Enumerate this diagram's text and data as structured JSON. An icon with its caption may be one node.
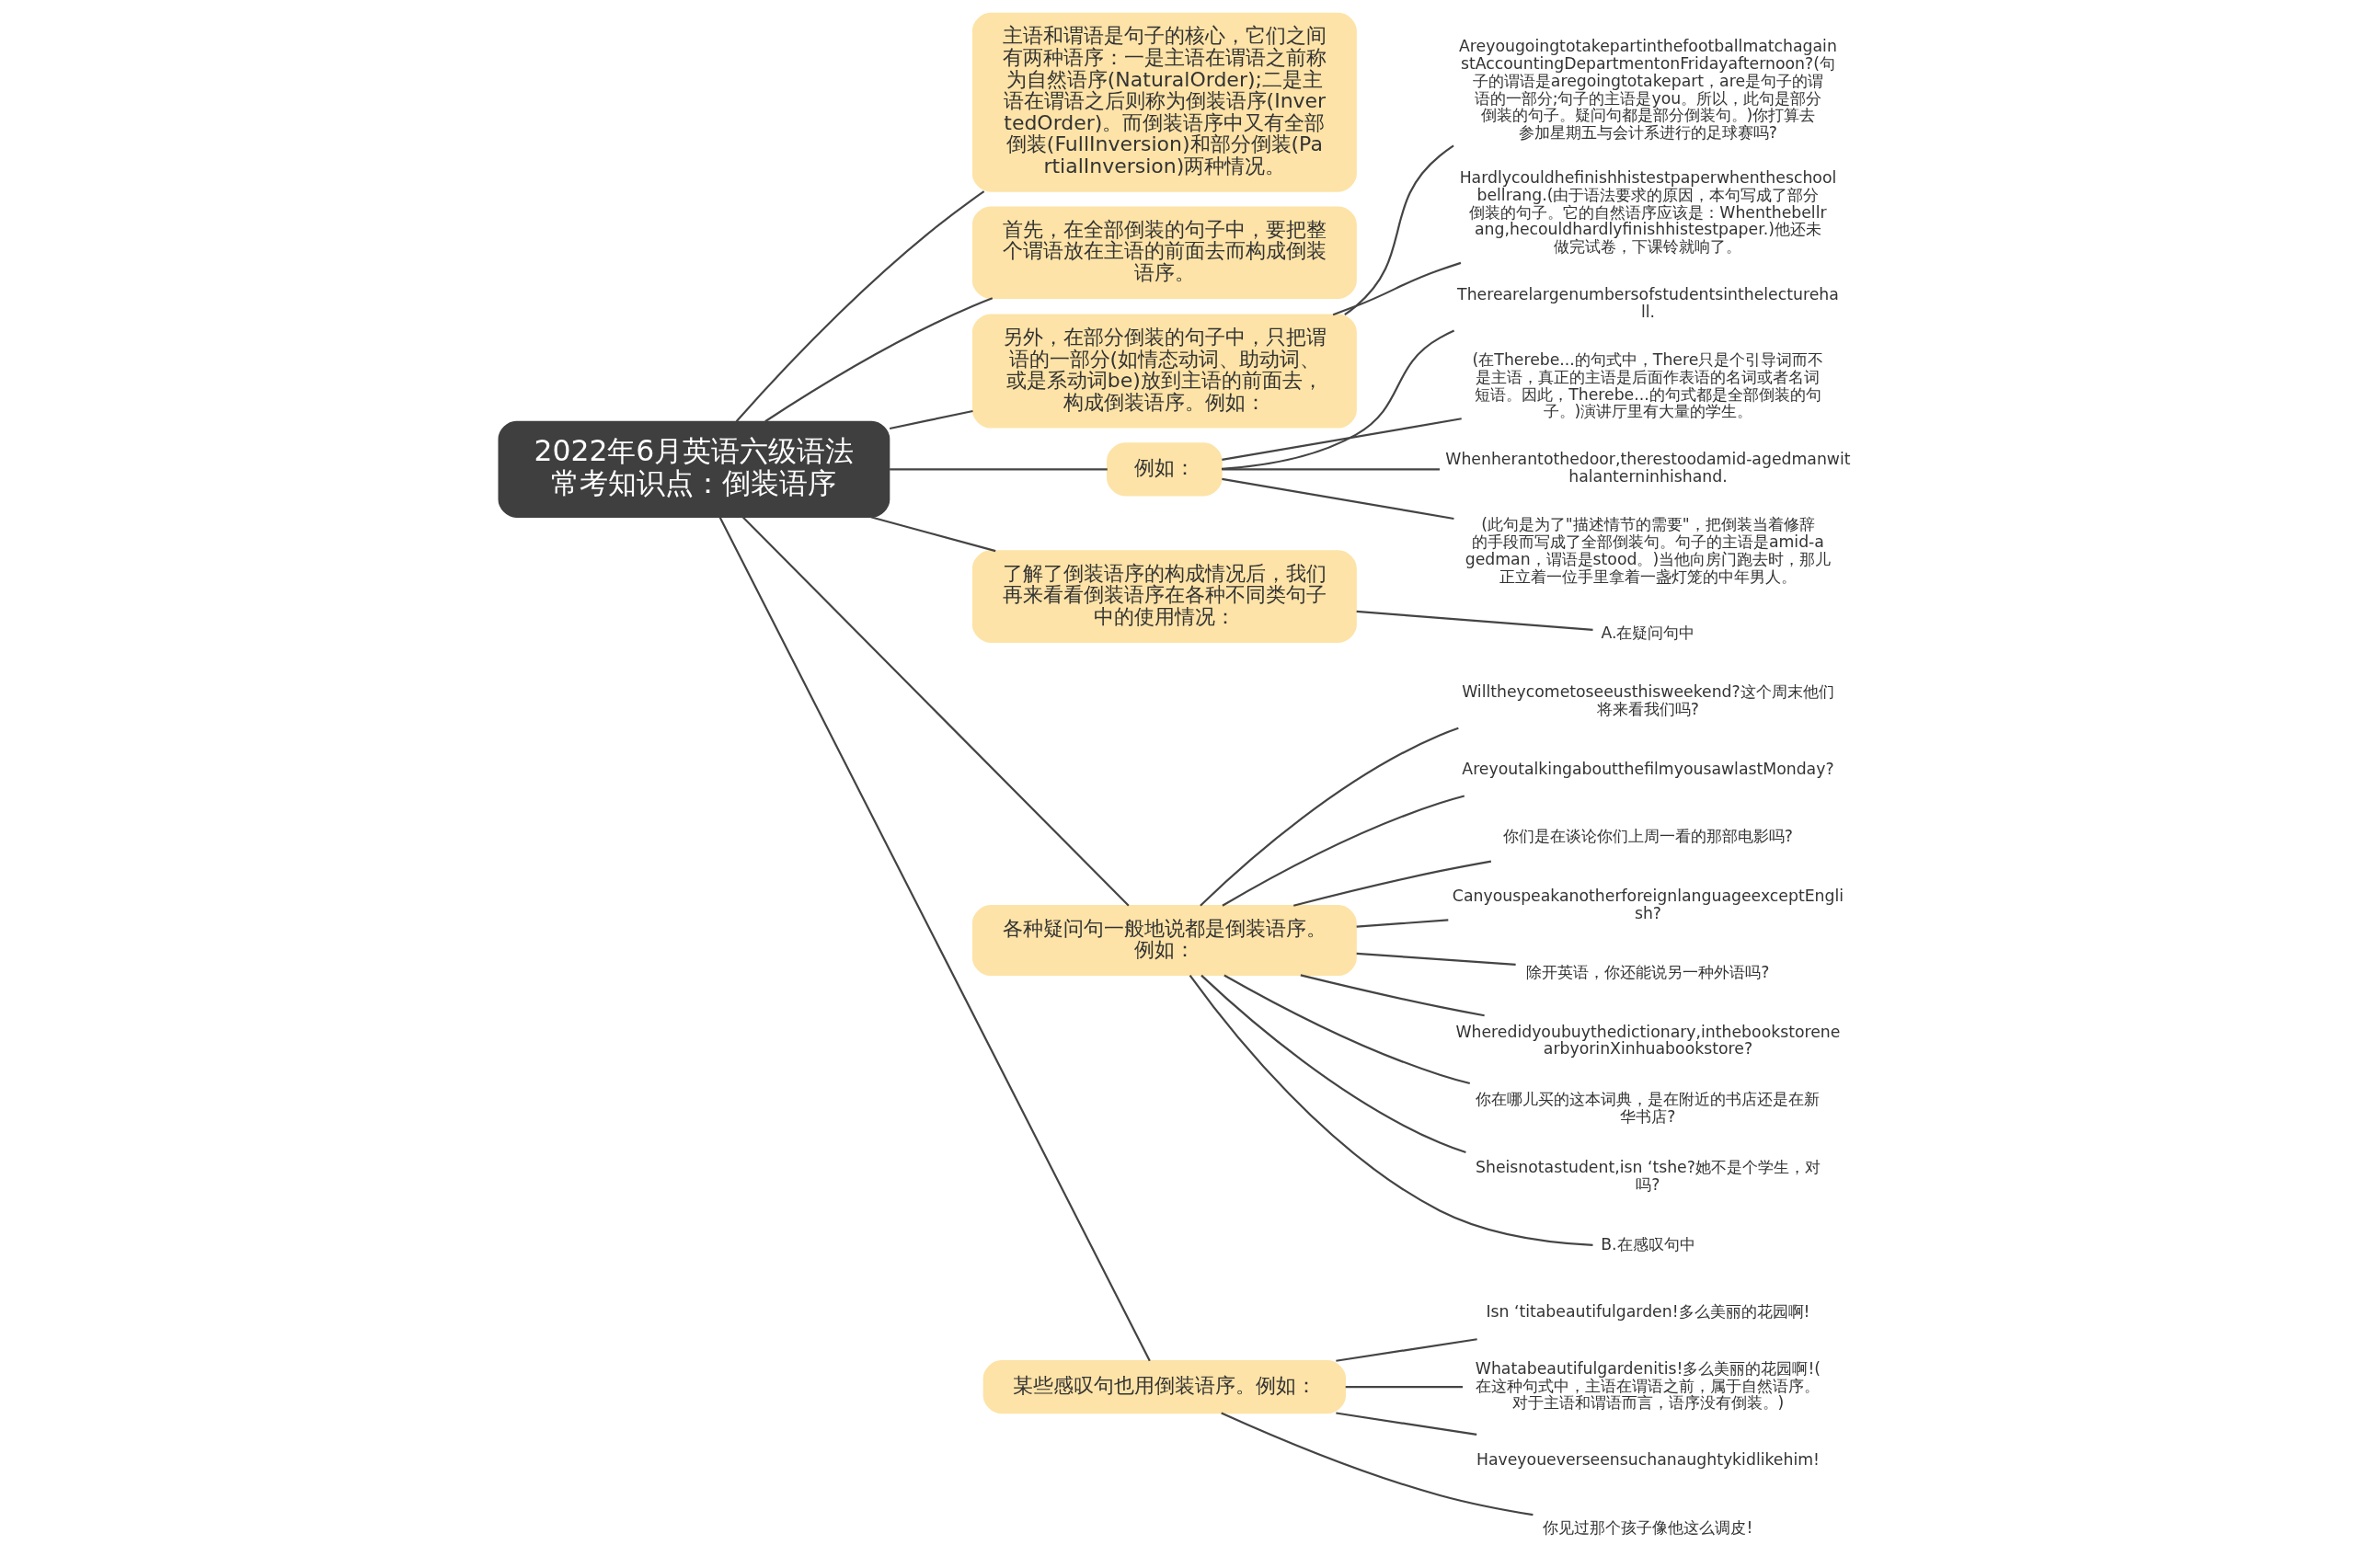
{
  "diagram": {
    "nodes": [
      {
        "text": [
          "2022年6月英语六级语法常考知识点：倒装语序"
        ]
      },
      {
        "text": [
          "主语和谓语是句子的核心，它们之间有两种语序：一是主语在谓语之前称为自然语序(NaturalOrder);二是主语在谓语之后则称为倒装语序(InvertedOrder)。而倒装语序中又有全部倒装(FullInversion)和部分倒装(PartialInversion)两种情况。"
        ]
      },
      {
        "text": [
          "首先，在全部倒装的句子中，要把整个谓语放在主语的前面去而构成倒装语序。"
        ]
      },
      {
        "text": [
          "另外，在部分倒装的句子中，只把谓语的一部分(如情态动词、助动词、或是系动词be)放到主语的前面去，构成倒装语序。例如："
        ]
      },
      {
        "text": [
          "AreyougoingtotakepartinthefootballmatchagainstAccountingDepartmentonFridayafternoon?(句子的谓语是aregoingtotakepart，are是句子的谓语的一部分;句子的主语是you。所以，此句是部分倒装的句子。疑问句都是部分倒装句。)你打算去参加星期五与会计系进行的足球赛吗?"
        ]
      },
      {
        "text": [
          "Hardlycouldhefinishhistestpaperwhentheschoolbellrang.(由于语法要求的原因，本句写成了部分倒装的句子。它的自然语序应该是：Whenthebellrang,hecouldhardlyfinishhistestpaper.)他还未做完试卷，下课铃就响了。"
        ]
      },
      {
        "text": [
          "例如："
        ]
      },
      {
        "text": [
          "Therearelargenumbersofstudentsinthelecturehall."
        ]
      },
      {
        "text": [
          "(在Therebe...的句式中，There只是个引导词而不是主语，真正的主语是后面作表语的名词或者名词短语。因此，Therebe...的句式都是全部倒装的句子。)演讲厅里有大量的学生。"
        ]
      },
      {
        "text": [
          "Whenherantothedoor,therestoodamid-agedmanwithalanterninhishand."
        ]
      },
      {
        "text": [
          "(此句是为了\"描述情节的需要\"，把倒装当着修辞的手段而写成了全部倒装句。句子的主语是amid-agedman，谓语是stood。)当他向房门跑去时，那儿正立着一位手里拿着一盏灯笼的中年男人。"
        ]
      },
      {
        "text": [
          "了解了倒装语序的构成情况后，我们再来看看倒装语序在各种不同类句子中的使用情况："
        ]
      },
      {
        "text": [
          "A.在疑问句中"
        ]
      },
      {
        "text": [
          "各种疑问句一般地说都是倒装语序。例如："
        ]
      },
      {
        "text": [
          "Willtheycometoseeusthisweekend?这个周末他们将来看我们吗?"
        ]
      },
      {
        "text": [
          "AreyoutalkingaboutthefilmyousawlastMonday?"
        ]
      },
      {
        "text": [
          "你们是在谈论你们上周一看的那部电影吗?"
        ]
      },
      {
        "text": [
          "CanyouspeakanotherforeignlanguageexceptEnglish?"
        ]
      },
      {
        "text": [
          "除开英语，你还能说另一种外语吗?"
        ]
      },
      {
        "text": [
          "Wheredidyoubuythedictionary,inthebookstorenearbyorinXinhuabookstore?"
        ]
      },
      {
        "text": [
          "你在哪儿买的这本词典，是在附近的书店还是在新华书店?"
        ]
      },
      {
        "text": [
          "Sheisnotastudent,isn ‘tshe?她不是个学生，对吗?"
        ]
      },
      {
        "text": [
          "B.在感叹句中"
        ]
      },
      {
        "text": [
          "某些感叹句也用倒装语序。例如："
        ]
      },
      {
        "text": [
          "Isn ‘titabeautifulgarden!多么美丽的花园啊!"
        ]
      },
      {
        "text": [
          "Whatabeautifulgardenitis!多么美丽的花园啊!(在这种句式中，主语在谓语之前，属于自然语序。对于主语和谓语而言，语序没有倒装。)"
        ]
      },
      {
        "text": [
          "Haveyoueverseensuchanaughtykidlikehim!"
        ]
      },
      {
        "text": [
          "你见过那个孩子像他这么调皮!"
        ]
      }
    ],
    "edges": [
      {
        "from": 0,
        "to": 1,
        "arrow": "none"
      },
      {
        "from": 0,
        "to": 2,
        "arrow": "none"
      },
      {
        "from": 0,
        "to": 3,
        "arrow": "none"
      },
      {
        "from": 3,
        "to": 4,
        "arrow": "none"
      },
      {
        "from": 3,
        "to": 5,
        "arrow": "none"
      },
      {
        "from": 0,
        "to": 6,
        "arrow": "none"
      },
      {
        "from": 6,
        "to": 7,
        "arrow": "none"
      },
      {
        "from": 6,
        "to": 8,
        "arrow": "none"
      },
      {
        "from": 6,
        "to": 9,
        "arrow": "none"
      },
      {
        "from": 6,
        "to": 10,
        "arrow": "none"
      },
      {
        "from": 0,
        "to": 11,
        "arrow": "none"
      },
      {
        "from": 11,
        "to": 12,
        "arrow": "none"
      },
      {
        "from": 0,
        "to": 13,
        "arrow": "none"
      },
      {
        "from": 13,
        "to": 14,
        "arrow": "none"
      },
      {
        "from": 13,
        "to": 15,
        "arrow": "none"
      },
      {
        "from": 13,
        "to": 16,
        "arrow": "none"
      },
      {
        "from": 13,
        "to": 17,
        "arrow": "none"
      },
      {
        "from": 13,
        "to": 18,
        "arrow": "none"
      },
      {
        "from": 13,
        "to": 19,
        "arrow": "none"
      },
      {
        "from": 13,
        "to": 20,
        "arrow": "none"
      },
      {
        "from": 13,
        "to": 21,
        "arrow": "none"
      },
      {
        "from": 13,
        "to": 22,
        "arrow": "none"
      },
      {
        "from": 0,
        "to": 23,
        "arrow": "none"
      },
      {
        "from": 23,
        "to": 24,
        "arrow": "none"
      },
      {
        "from": 23,
        "to": 25,
        "arrow": "none"
      },
      {
        "from": 23,
        "to": 26,
        "arrow": "none"
      },
      {
        "from": 23,
        "to": 27,
        "arrow": "none"
      }
    ]
  }
}
